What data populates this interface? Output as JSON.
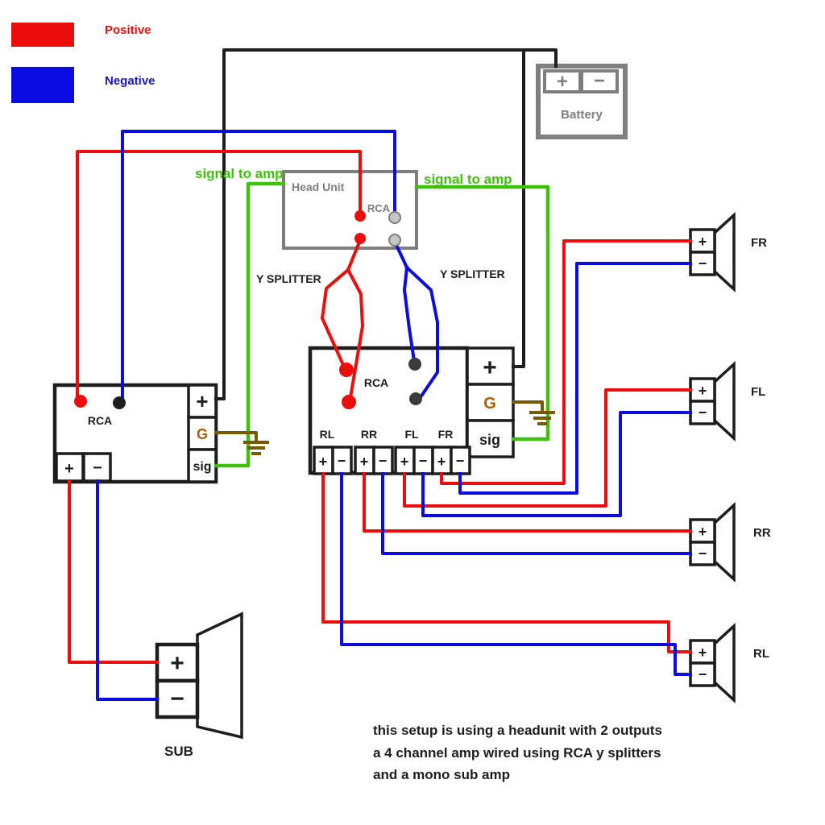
{
  "colors": {
    "positive": "#ec0d0d",
    "negative": "#0b0be4",
    "signal": "#3ec10a",
    "ground": "#7a5a00",
    "ground_label": "#b05e00",
    "gray": "#7e7e7e",
    "black": "#1d1d1d"
  },
  "signs": {
    "plus": "+",
    "minus": "−"
  },
  "legend": {
    "positive": "Positive",
    "negative": "Negative"
  },
  "battery": {
    "label": "Battery"
  },
  "head_unit": {
    "label": "Head Unit",
    "rca": "RCA"
  },
  "labels": {
    "signal_to_amp_left": "signal to amp",
    "signal_to_amp_right": "signal to amp",
    "y_splitter_left": "Y SPLITTER",
    "y_splitter_right": "Y SPLITTER"
  },
  "main_amp": {
    "rca": "RCA",
    "channels": [
      "RL",
      "RR",
      "FL",
      "FR"
    ],
    "ground": "G",
    "sig": "sig"
  },
  "sub_amp": {
    "rca": "RCA",
    "ground": "G",
    "sig": "sig"
  },
  "sub_speaker": {
    "label": "SUB"
  },
  "speakers": [
    {
      "label": "FR"
    },
    {
      "label": "FL"
    },
    {
      "label": "RR"
    },
    {
      "label": "RL"
    }
  ],
  "caption": {
    "line1": "this setup is using a headunit with 2 outputs",
    "line2": "a 4 channel amp wired using RCA y splitters",
    "line3": "and a mono sub amp"
  }
}
